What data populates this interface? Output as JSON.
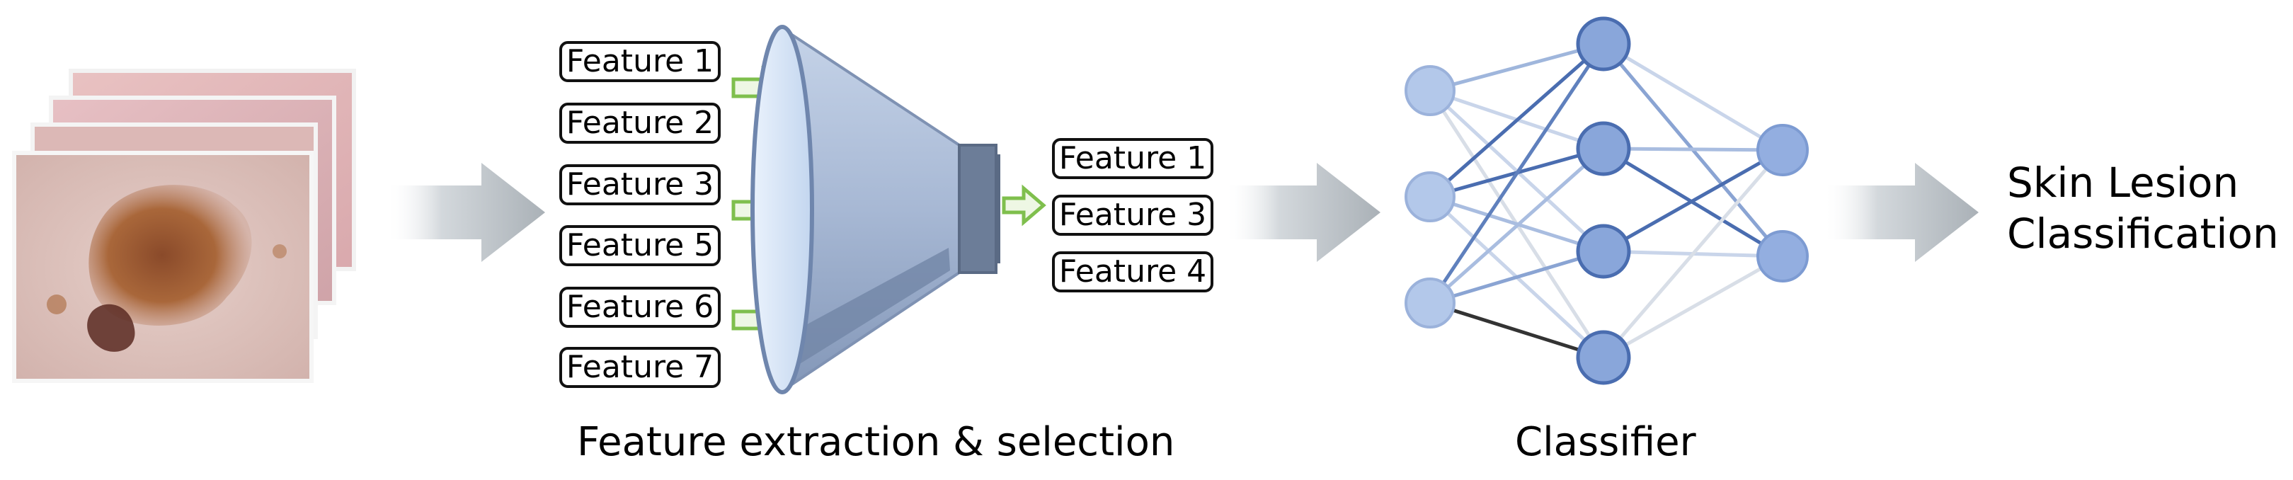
{
  "input_features": [
    "Feature 1",
    "Feature 2",
    "Feature 3",
    "Feature 5",
    "Feature 6",
    "Feature 7"
  ],
  "selected_features": [
    "Feature 1",
    "Feature 3",
    "Feature 4"
  ],
  "captions": {
    "extraction": "Feature extraction & selection",
    "classifier": "Classifier"
  },
  "output_label": {
    "line1": "Skin Lesion",
    "line2": "Classification"
  },
  "colors": {
    "flow_arrow": "#b9bfc4",
    "funnel_body": "#9fb1cf",
    "funnel_rim": "#d9e6f7",
    "funnel_neck": "#6c7d98",
    "green_arrow": "#7fbf4d",
    "node_input": "#a9c0e6",
    "node_hidden": "#7f9fd6",
    "node_output": "#8aa8de",
    "edge_strong": "#4a6db0",
    "edge_faint": "#c9d5ea"
  },
  "icons": [
    "skin-image-stack-icon",
    "funnel-icon",
    "neural-network-icon",
    "flow-arrow-icon"
  ]
}
